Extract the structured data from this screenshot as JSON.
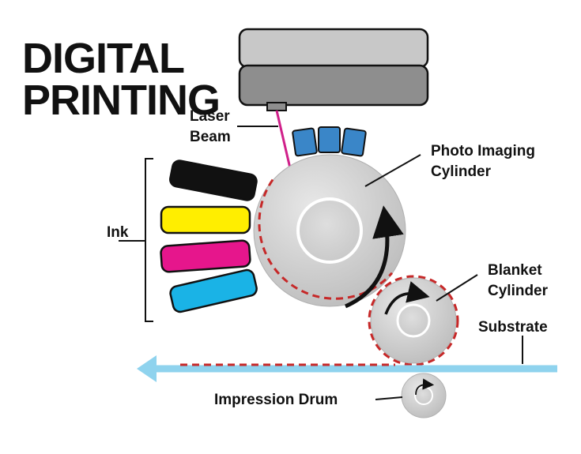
{
  "title": {
    "line1": "DIGITAL",
    "line2": "PRINTING"
  },
  "labels": {
    "laser_line1": "Laser",
    "laser_line2": "Beam",
    "photo_line1": "Photo Imaging",
    "photo_line2": "Cylinder",
    "ink": "Ink",
    "blanket_line1": "Blanket",
    "blanket_line2": "Cylinder",
    "substrate": "Substrate",
    "impression": "Impression Drum"
  },
  "colors": {
    "ink_black": "#111111",
    "ink_yellow": "#ffee00",
    "ink_magenta": "#e6168c",
    "ink_cyan": "#1ab3e6",
    "laser": "#d0208a",
    "toner": "#3a86c8",
    "substrate": "#8fd3ee",
    "dashed": "#c62828",
    "cylinder": "#cdcdcd"
  }
}
